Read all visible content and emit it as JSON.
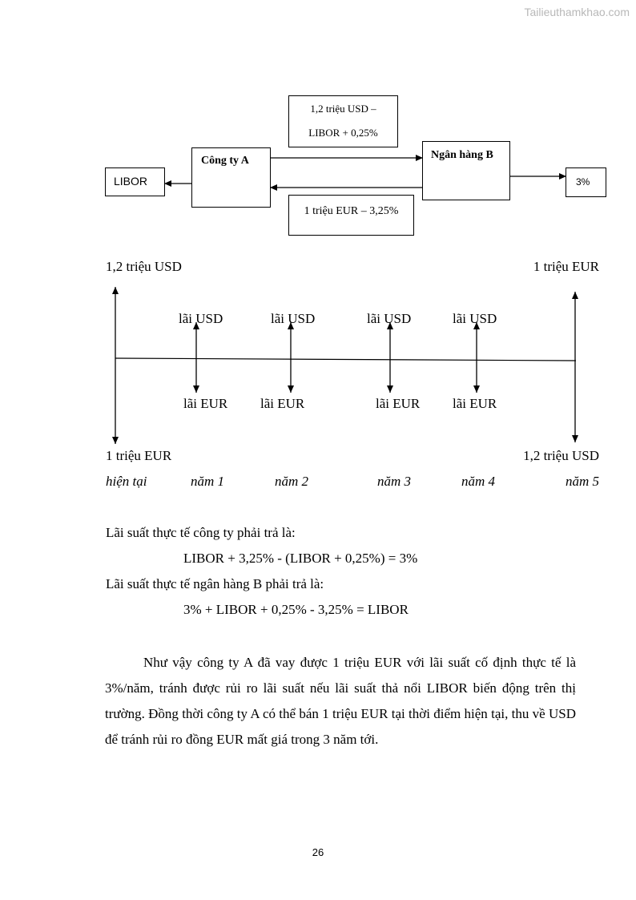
{
  "watermark": "Tailieuthamkhao.com",
  "flow": {
    "upper_label_line1": "1,2 triệu USD –",
    "upper_label_line2": "LIBOR + 0,25%",
    "lower_label": "1 triệu EUR – 3,25%",
    "company": "Công ty A",
    "bank": "Ngân hàng B",
    "libor_box": "LIBOR",
    "rate_box": "3%"
  },
  "timeline": {
    "left_top": "1,2 triệu USD",
    "right_top": "1 triệu EUR",
    "left_bottom": "1 triệu EUR",
    "right_bottom": "1,2 triệu USD",
    "usd_labels": [
      "lãi USD",
      "lãi USD",
      "lãi USD",
      "lãi USD"
    ],
    "eur_labels": [
      "lãi EUR",
      "lãi EUR",
      "lãi EUR",
      "lãi EUR"
    ],
    "periods": [
      "hiện tại",
      "năm 1",
      "năm 2",
      "năm 3",
      "năm 4",
      "năm 5"
    ]
  },
  "calc": {
    "company_label": "Lãi suất thực tế công ty phải trả là:",
    "company_formula": "LIBOR + 3,25% - (LIBOR + 0,25%) = 3%",
    "bank_label": "Lãi suất thực tế ngân hàng B phải trả là:",
    "bank_formula": "3% + LIBOR + 0,25% - 3,25% = LIBOR"
  },
  "conclusion": "Như vậy công ty A đã vay được 1 triệu EUR với lãi suất cố định thực tế là 3%/năm, tránh được rủi ro lãi suất nếu lãi suất thả nổi LIBOR biến động trên thị trường. Đồng thời công ty A có thể bán 1 triệu EUR tại thời điểm hiện tại, thu về USD để tránh rủi ro đồng EUR mất giá trong 3 năm tới.",
  "page_number": "26"
}
